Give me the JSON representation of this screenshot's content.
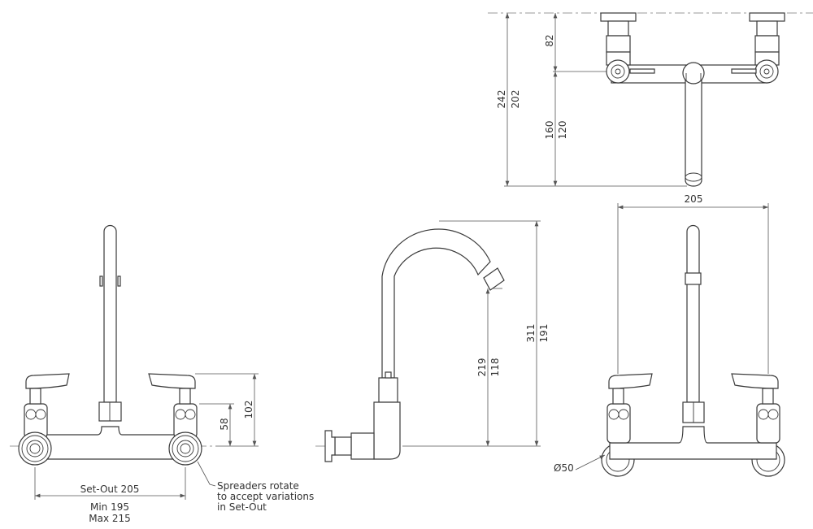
{
  "top_view": {
    "dim_outer": "242",
    "dim_outer_alt": "202",
    "dim_upper": "82",
    "dim_lower": "160",
    "dim_lower_alt": "120"
  },
  "front_view_left": {
    "dim_handle_height": "102",
    "dim_body_height": "58",
    "setout_label": "Set-Out 205",
    "min_label": "Min 195",
    "max_label": "Max 215",
    "note_lines": [
      "Spreaders rotate",
      "to accept variations",
      "in Set-Out"
    ]
  },
  "side_view": {
    "dim_spout": "219",
    "dim_spout_alt": "118",
    "dim_total": "311",
    "dim_total_alt": "191"
  },
  "front_view_right": {
    "dim_width": "205",
    "dim_flange_diameter": "Ø50"
  }
}
